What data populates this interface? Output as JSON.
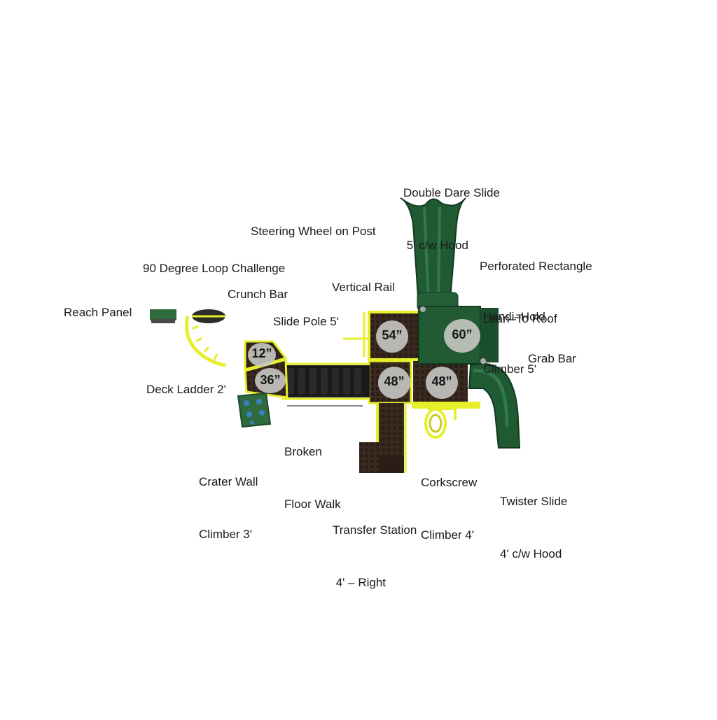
{
  "labels": {
    "double_dare_slide": [
      "Double Dare Slide",
      " 5' c/w Hood"
    ],
    "steering_wheel": "Steering Wheel on Post",
    "perforated_roof": [
      "Perforated Rectangle",
      " Lean–To Roof"
    ],
    "loop_challenge": "90 Degree Loop Challenge",
    "crunch_bar": "Crunch Bar",
    "vertical_rail": "Vertical Rail",
    "handi_hold": [
      "Handi–Hold",
      "Climber 5'"
    ],
    "reach_panel": "Reach Panel",
    "slide_pole": "Slide Pole 5'",
    "grab_bar": "Grab Bar",
    "deck_ladder": "Deck Ladder 2'",
    "broken_floor": [
      "Broken",
      "Floor Walk"
    ],
    "crater_wall": [
      "Crater Wall",
      "Climber 3'"
    ],
    "corkscrew": [
      "Corkscrew",
      "Climber 4'"
    ],
    "twister_slide": [
      "Twister Slide",
      "4' c/w Hood"
    ],
    "transfer_station": [
      "Transfer Station",
      " 4' – Right"
    ]
  },
  "deck_heights": {
    "d12": "12”",
    "d36": "36”",
    "d54": "54”",
    "d48a": "48”",
    "d48b": "48”",
    "d60": "60”"
  },
  "colors": {
    "green": "#1f5a33",
    "yellow": "#e7ef2a",
    "brown": "#3a2a20",
    "disc": "#c8c6c3"
  }
}
